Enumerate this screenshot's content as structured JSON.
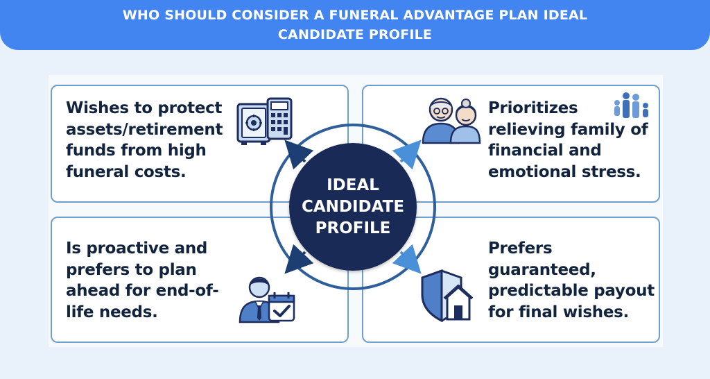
{
  "header": {
    "title": "WHO SHOULD CONSIDER A FUNERAL ADVANTAGE PLAN IDEAL CANDIDATE PROFILE"
  },
  "hub": {
    "label": "IDEAL CANDIDATE PROFILE"
  },
  "cards": [
    {
      "text": "Wishes to protect assets/retirement funds from high funeral costs.",
      "icon": "safe-calculator-icon"
    },
    {
      "text": "Prioritizes relieving family of financial and emotional stress.",
      "icon": "elderly-couple-icon"
    },
    {
      "text": "Is proactive and prefers to plan ahead for end-of-life needs.",
      "icon": "businessman-calendar-icon"
    },
    {
      "text": "Prefers guaranteed, predictable payout for final wishes.",
      "icon": "shield-house-icon"
    }
  ],
  "colors": {
    "banner": "#4285f1",
    "hub": "#192a57",
    "card_border": "#6f9dcd",
    "icon_fill": "#c8dbf2",
    "icon_stroke": "#1d2e5e"
  }
}
